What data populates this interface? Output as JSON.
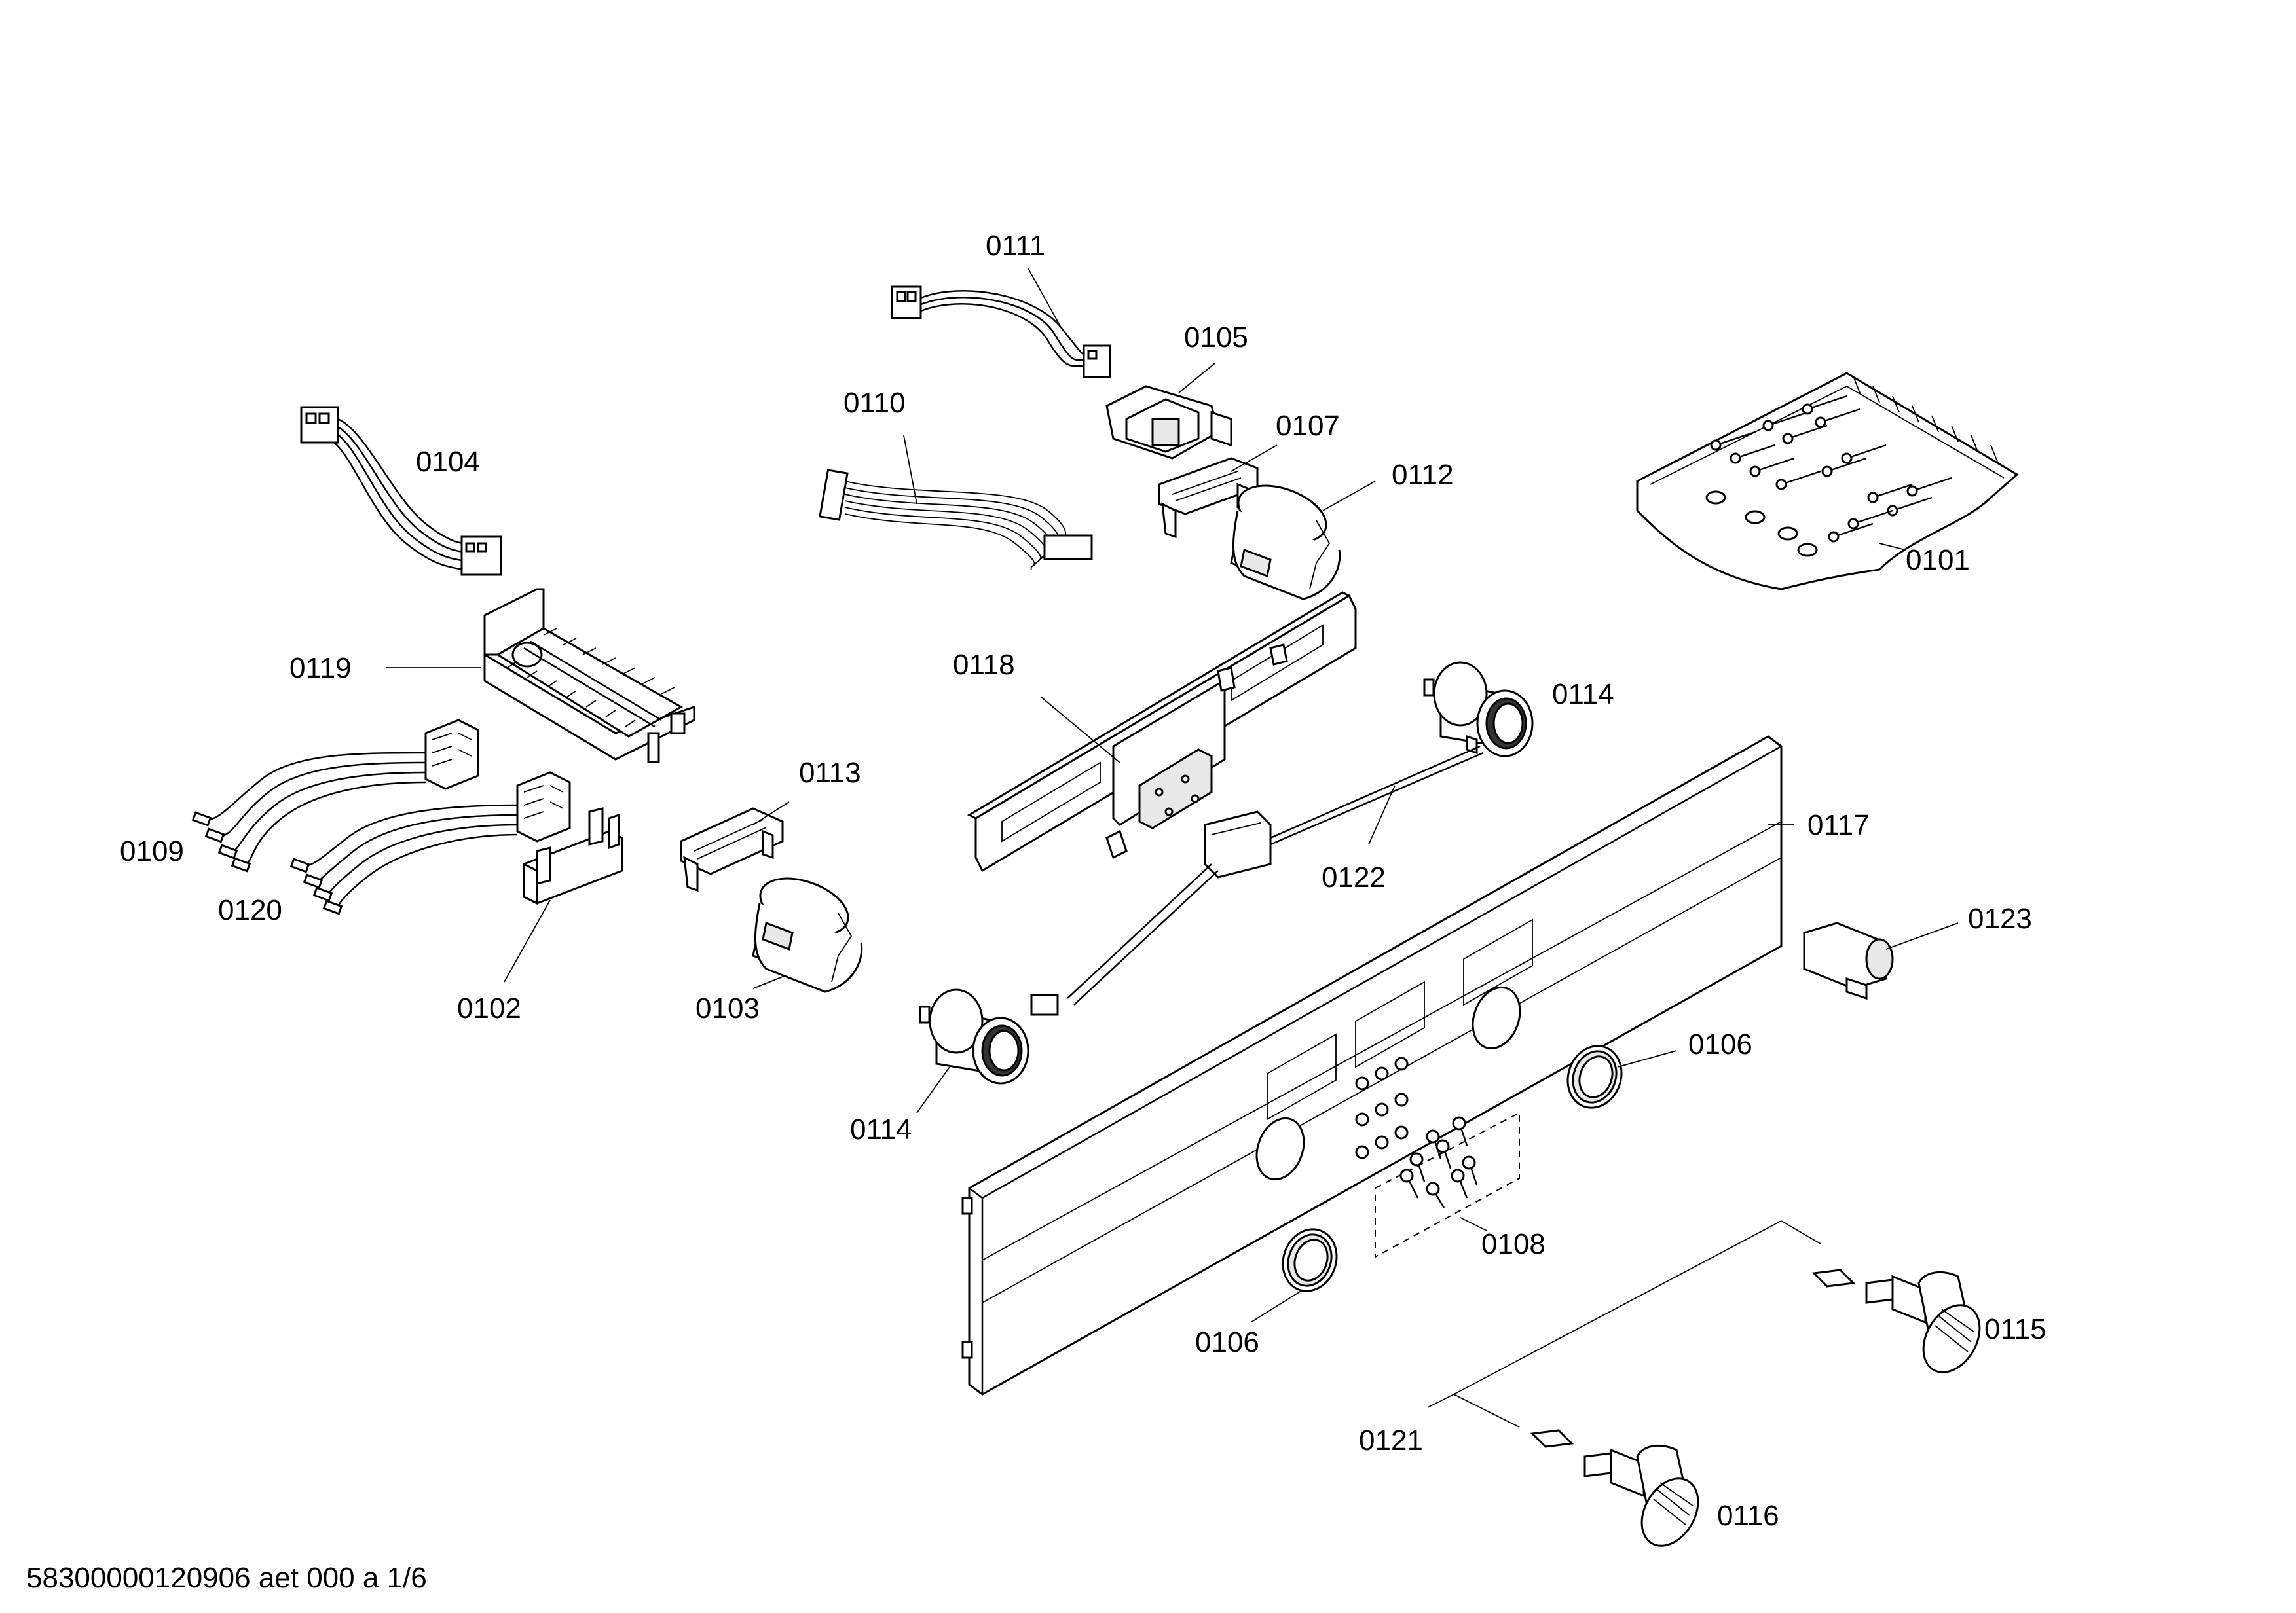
{
  "labels": {
    "p0111": "0111",
    "p0105": "0105",
    "p0110": "0110",
    "p0107": "0107",
    "p0104": "0104",
    "p0112": "0112",
    "p0101": "0101",
    "p0119": "0119",
    "p0118": "0118",
    "p0114a": "0114",
    "p0113": "0113",
    "p0117": "0117",
    "p0109": "0109",
    "p0122": "0122",
    "p0120": "0120",
    "p0123": "0123",
    "p0102": "0102",
    "p0103": "0103",
    "p0106a": "0106",
    "p0114b": "0114",
    "p0108": "0108",
    "p0115": "0115",
    "p0106b": "0106",
    "p0121": "0121",
    "p0116": "0116"
  },
  "footer": "58300000120906 aet 000 a 1/6"
}
